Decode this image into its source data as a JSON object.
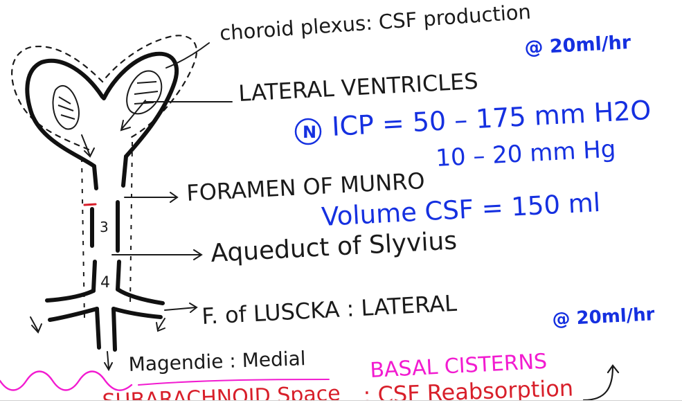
{
  "colors": {
    "ink": "#1a1a1a",
    "blue": "#1530e0",
    "magenta": "#f21bd0",
    "red": "#d81f2a"
  },
  "labels": {
    "choroid": "choroid plexus: CSF production",
    "rate_top": "@ 20ml/hr",
    "lateral": "LATERAL VENTRICLES",
    "icp_badge": "N",
    "icp_line1": "ICP = 50 – 175 mm H2O",
    "icp_line2": "10 – 20 mm Hg",
    "munro": "FORAMEN OF MUNRO",
    "volume": "Volume CSF = 150 ml",
    "third": "3",
    "aqueduct": "Aqueduct of Slyvius",
    "fourth": "4",
    "luscka": "F. of LUSCKA : LATERAL",
    "rate_mid": "@ 20ml/hr",
    "magendie": "Magendie : Medial",
    "basal": "BASAL CISTERNS",
    "subarachnoid": "SUBARACHNOID Space",
    "reabsorption": ": CSF Reabsorption"
  }
}
